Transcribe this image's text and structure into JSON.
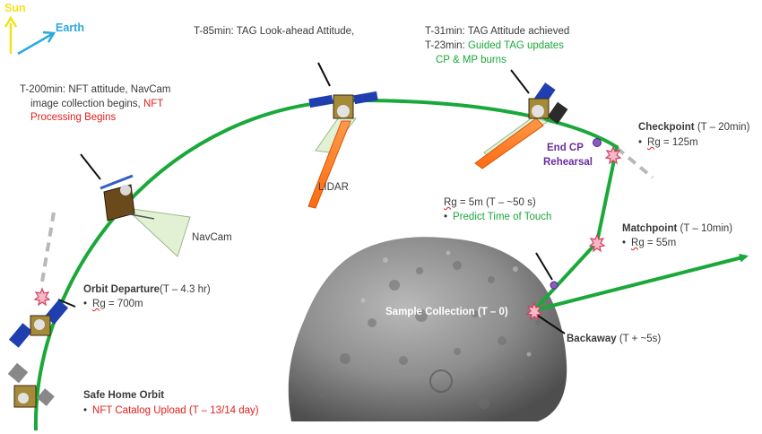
{
  "compass": {
    "sun": "Sun",
    "earth": "Earth",
    "sun_color": "#f2e21a",
    "earth_color": "#2aa9e0"
  },
  "colors": {
    "trajectory": "#1aa83a",
    "red_text": "#e0201c",
    "green_text": "#1aa83a",
    "purple_text": "#6a2d9e"
  },
  "events": {
    "t85": "T-85min: TAG Look-ahead Attitude,",
    "t31": "T-31min: TAG Attitude achieved",
    "t23_prefix": "T-23min:",
    "t23_green_1": "Guided TAG updates",
    "t23_green_2": "CP & MP burns",
    "t200_1": "T-200min: NFT attitude, NavCam",
    "t200_2": "image collection begins,",
    "t200_red_1": "NFT",
    "t200_red_2": "Processing Begins",
    "lidar": "LIDAR",
    "navcam": "NavCam",
    "end_cp_1": "End CP",
    "end_cp_2": "Rehearsal"
  },
  "checkpoint": {
    "name": "Checkpoint",
    "time": " (T – 20min)",
    "rg_label": "Rg",
    "rg_value": " = 125m"
  },
  "matchpoint": {
    "name": "Matchpoint",
    "time": " (T – 10min)",
    "rg_label": "Rg",
    "rg_value": " = 55m"
  },
  "touch": {
    "rg_label": "Rg",
    "rg_value": " = 5m (T – ~50 s)",
    "predict": "Predict Time of Touch"
  },
  "orbit_departure": {
    "name": "Orbit Departure",
    "time": "(T – 4.3 hr)",
    "rg_label": "Rg",
    "rg_value": " = 700m"
  },
  "sample_collection": "Sample Collection (T – 0)",
  "backaway": {
    "name": "Backaway",
    "time": " (T + ~5s)"
  },
  "safe_home": {
    "name": "Safe Home Orbit",
    "upload": "NFT Catalog Upload (T – 13/14 day)"
  }
}
